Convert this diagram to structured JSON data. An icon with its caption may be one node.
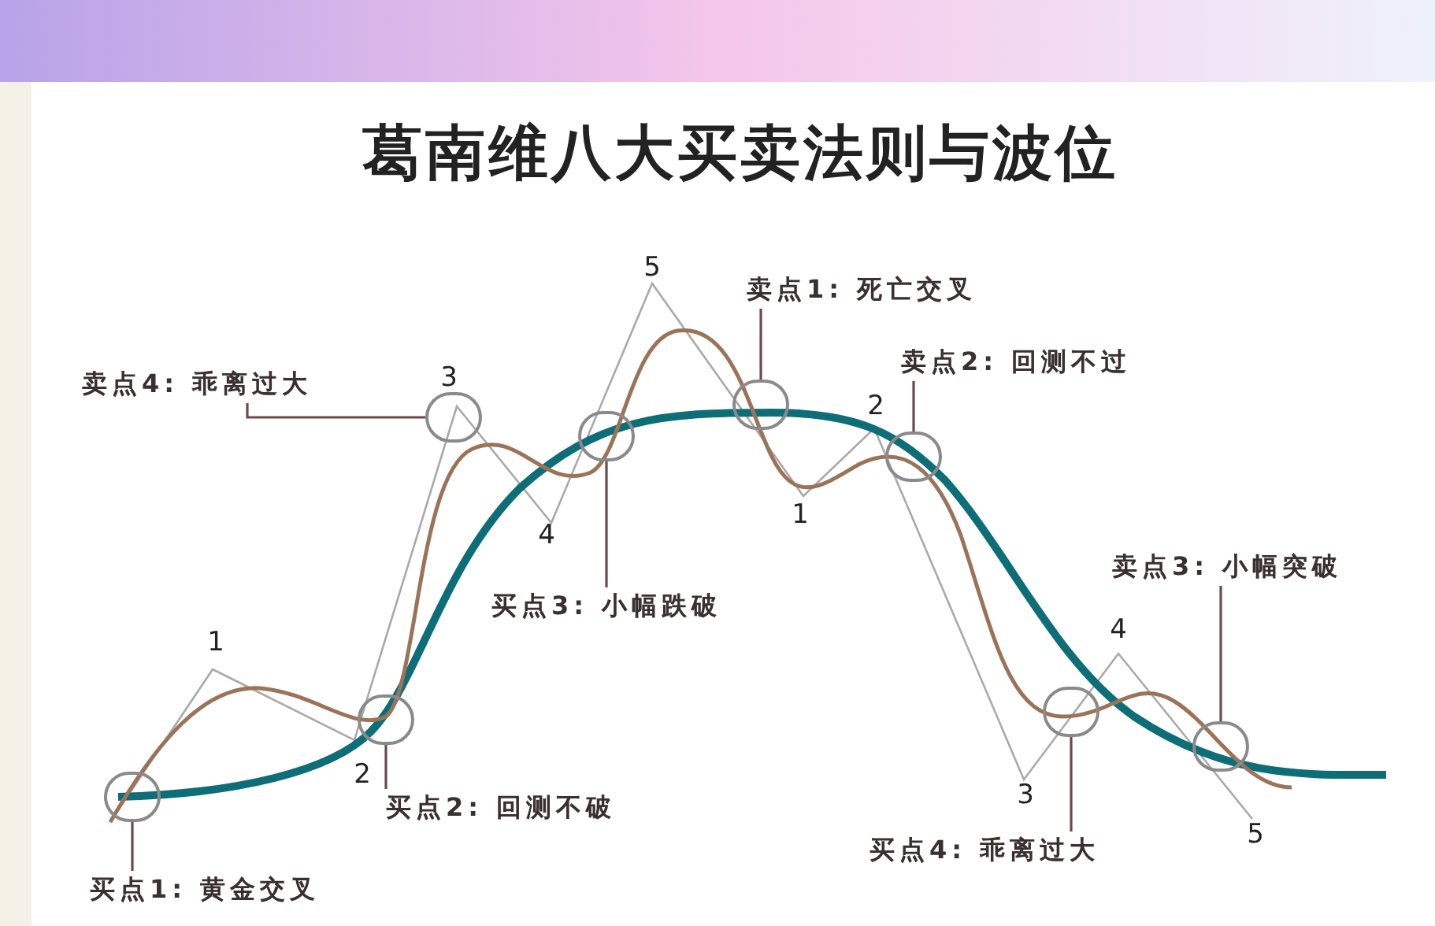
{
  "diagram": {
    "title": "葛南维八大买卖法则与波位",
    "nodes": [
      {
        "text": [
          "卖点1: 死亡交叉"
        ]
      },
      {
        "text": [
          "卖点2: 回测不过"
        ]
      },
      {
        "text": [
          "卖点4: 乖离过大"
        ]
      },
      {
        "text": [
          "卖点3: 小幅突破"
        ]
      },
      {
        "text": [
          "买点3: 小幅跌破"
        ]
      },
      {
        "text": [
          "买点2: 回测不破"
        ]
      },
      {
        "text": [
          "买点4: 乖离过大"
        ]
      },
      {
        "text": [
          "买点1: 黄金交叉"
        ]
      },
      {
        "text": [],
        "shape": "circle"
      },
      {
        "text": [],
        "shape": "circle"
      },
      {
        "text": [],
        "shape": "circle"
      },
      {
        "text": [],
        "shape": "circle"
      },
      {
        "text": [],
        "shape": "circle"
      },
      {
        "text": [],
        "shape": "circle"
      },
      {
        "text": [],
        "shape": "circle"
      },
      {
        "text": [],
        "shape": "circle"
      }
    ],
    "edges": [
      {
        "from": 0,
        "to": 12,
        "arrow": "none"
      },
      {
        "from": 1,
        "to": 13,
        "arrow": "none"
      },
      {
        "from": 2,
        "to": 10,
        "arrow": "none"
      },
      {
        "from": 3,
        "to": 15,
        "arrow": "none"
      },
      {
        "from": 4,
        "to": 11,
        "arrow": "none"
      },
      {
        "from": 5,
        "to": 9,
        "arrow": "none"
      },
      {
        "from": 6,
        "to": 14,
        "arrow": "none"
      },
      {
        "from": 7,
        "to": 8,
        "arrow": "none"
      }
    ],
    "labels": [
      "1",
      "2",
      "3",
      "4",
      "5",
      "1",
      "2",
      "3",
      "4",
      "5"
    ]
  }
}
